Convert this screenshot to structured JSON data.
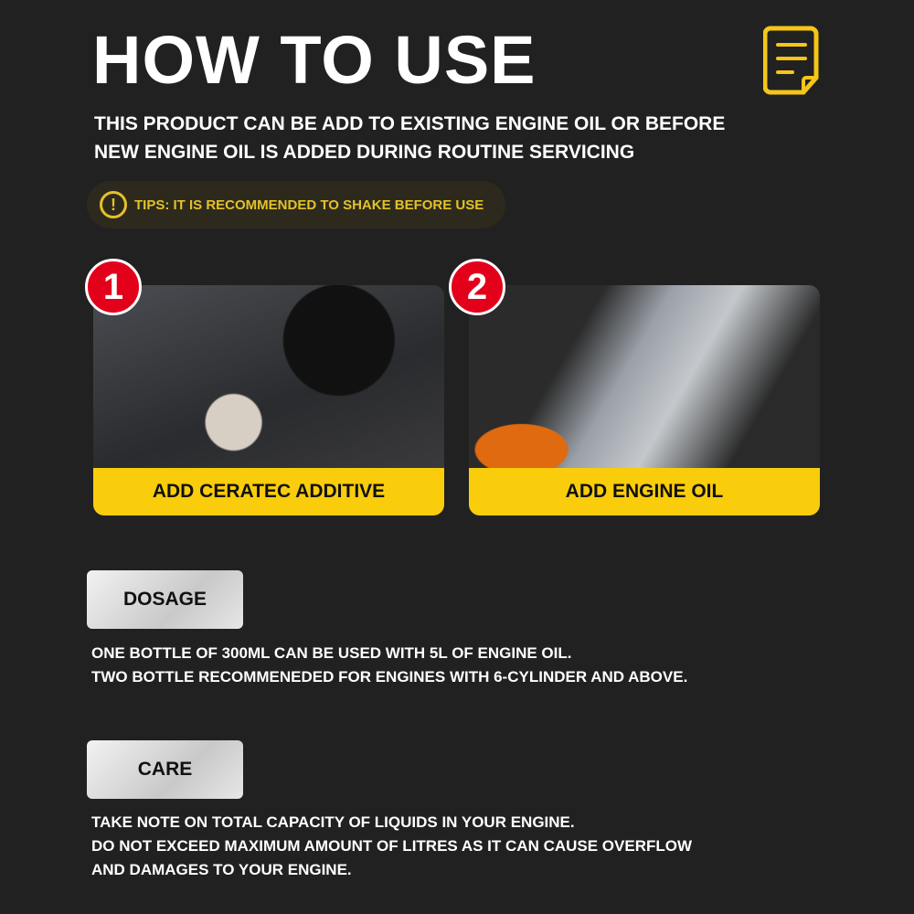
{
  "title": "HOW TO USE",
  "subtitle": [
    "THIS PRODUCT CAN BE ADD TO EXISTING ENGINE OIL OR BEFORE",
    "NEW ENGINE OIL IS ADDED DURING ROUTINE SERVICING"
  ],
  "tip": {
    "icon": "!",
    "text": "TIPS: IT IS RECOMMENDED TO SHAKE BEFORE USE"
  },
  "steps": [
    {
      "number": "1",
      "label": "ADD CERATEC ADDITIVE"
    },
    {
      "number": "2",
      "label": "ADD ENGINE OIL"
    }
  ],
  "dosage": {
    "label": "DOSAGE",
    "lines": [
      "ONE BOTTLE OF 300ML CAN BE USED WITH 5L OF ENGINE OIL.",
      "TWO BOTTLE RECOMMENEDED FOR ENGINES WITH  6-CYLINDER AND ABOVE."
    ]
  },
  "care": {
    "label": "CARE",
    "lines": [
      "TAKE NOTE ON TOTAL CAPACITY OF LIQUIDS IN YOUR ENGINE.",
      "DO NOT EXCEED MAXIMUM AMOUNT OF LITRES AS IT CAN CAUSE OVERFLOW",
      "AND DAMAGES TO YOUR ENGINE."
    ]
  },
  "colors": {
    "accent": "#f9cd0b",
    "badge": "#e3001b",
    "background": "#212121"
  }
}
